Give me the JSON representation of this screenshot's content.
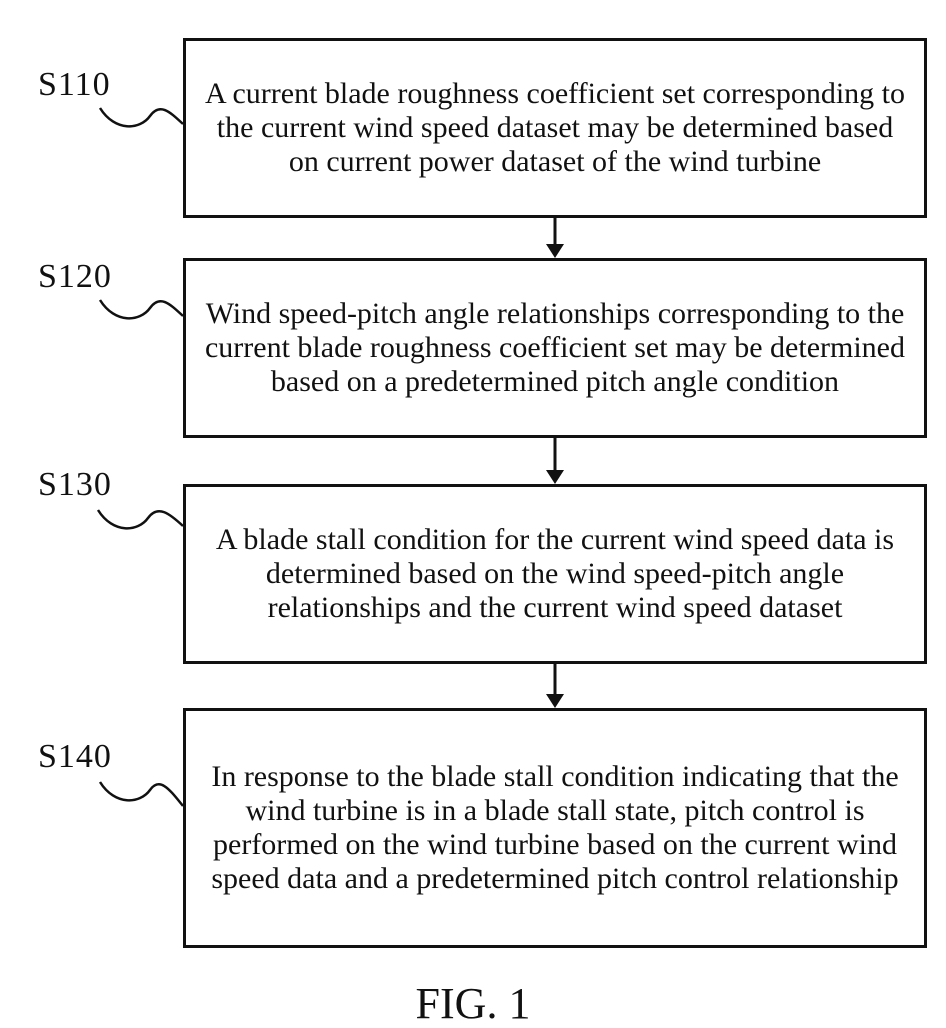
{
  "steps": [
    {
      "label": "S110",
      "text": "A current blade roughness coefficient set corresponding to the current wind speed dataset may be determined based on current power dataset of the wind turbine"
    },
    {
      "label": "S120",
      "text": "Wind speed-pitch angle relationships corresponding to the current blade roughness coefficient set may be determined based on a predetermined pitch angle condition"
    },
    {
      "label": "S130",
      "text": "A blade stall condition for the current wind speed data is determined based on the wind speed-pitch angle relationships and the current wind speed dataset"
    },
    {
      "label": "S140",
      "text": "In response to the blade stall condition indicating that the wind turbine is in a blade stall state, pitch control is performed on the wind turbine based on the current wind speed data and a predetermined pitch control relationship"
    }
  ],
  "caption": "FIG. 1"
}
